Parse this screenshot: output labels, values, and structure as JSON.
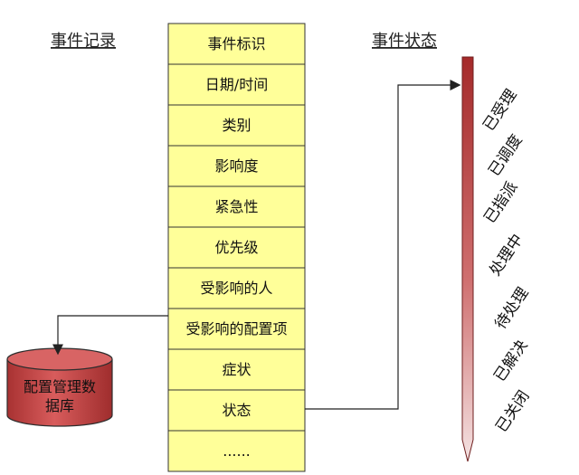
{
  "headings": {
    "left": "事件记录",
    "right": "事件状态"
  },
  "fields": [
    "事件标识",
    "日期/时间",
    "类别",
    "影响度",
    "紧急性",
    "优先级",
    "受影响的人",
    "受影响的配置项",
    "症状",
    "状态",
    "......"
  ],
  "database": {
    "line1": "配置管理数",
    "line2": "据库"
  },
  "statuses": [
    "已受理",
    "已调度",
    "已指派",
    "处理中",
    "待处理",
    "已解决",
    "已关闭"
  ],
  "colors": {
    "field_fill": "#ffff99",
    "field_border": "#333333",
    "database_fill": "#c94c4c",
    "arrow_dark": "#8b1a1a",
    "arrow_light": "#f2d7d7",
    "line": "#222222"
  }
}
